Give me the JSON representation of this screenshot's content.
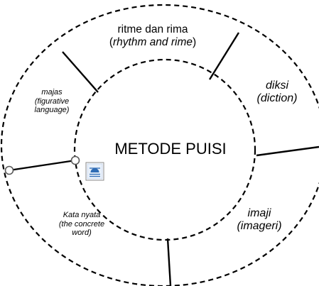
{
  "diagram": {
    "center_label": "METODE PUISI",
    "segments": {
      "top": {
        "line1": "ritme dan rima",
        "line2": "(rhythm and rime)"
      },
      "right_upper": {
        "line1": "diksi",
        "line2": "(diction)"
      },
      "right_lower": {
        "line1": "imaji",
        "line2": "(imageri)"
      },
      "bottom_left": {
        "line1": "Kata nyata",
        "line2": "(the concrete",
        "line3": "word)"
      },
      "left": {
        "line1": "majas",
        "line2": "(figurative",
        "line3": "language)"
      }
    },
    "icons": {
      "layout_options": "layout-options-icon",
      "selection_handles": "circle-handle-icon"
    },
    "colors": {
      "stroke": "#000000",
      "handle_stroke": "#5a5a5a",
      "icon_blue": "#2f6cb5"
    }
  }
}
